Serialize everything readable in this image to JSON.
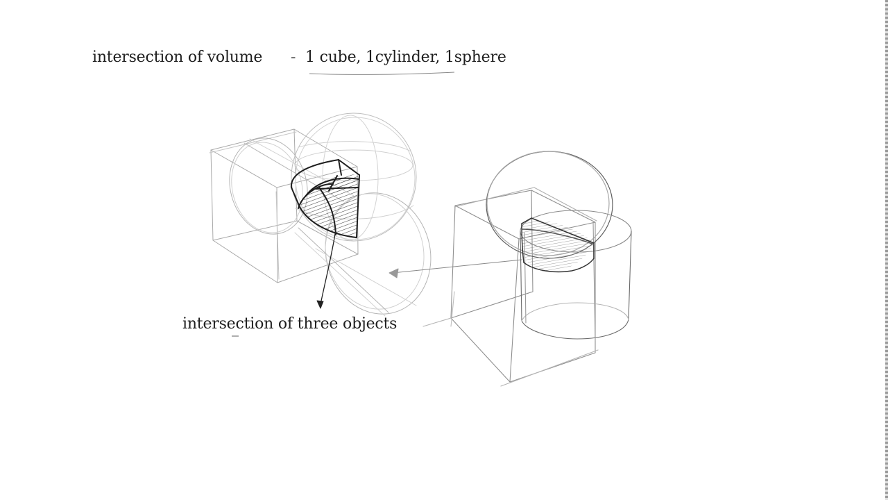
{
  "heading": {
    "left_text": "intersection of volume",
    "dash": "-",
    "right_text": "1 cube, 1cylinder, 1sphere"
  },
  "caption": "intersection of three objects",
  "colors": {
    "ink_dark": "#1a1a1a",
    "ink_light": "#b8b8b8",
    "ink_mid": "#7a7a7a",
    "background": "#ffffff"
  },
  "icons": [
    "arrow-down-icon",
    "arrow-left-icon"
  ]
}
